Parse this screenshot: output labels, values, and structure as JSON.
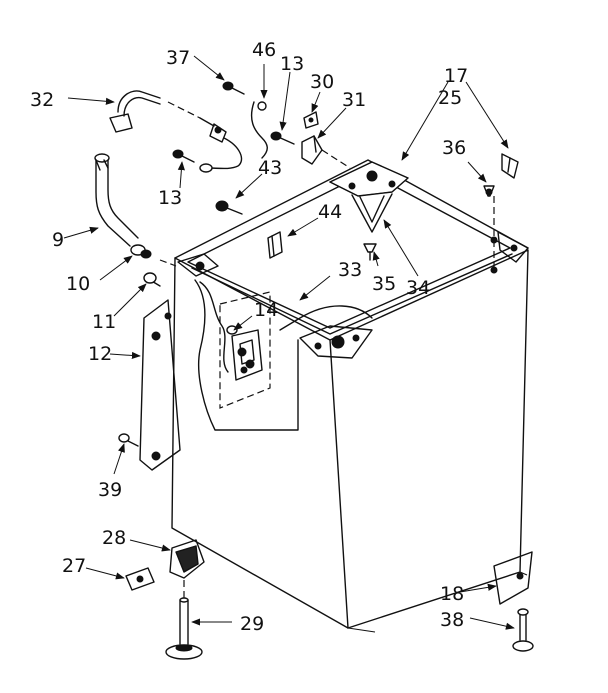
{
  "parts": [
    {
      "id": "p37",
      "number": "37"
    },
    {
      "id": "p46",
      "number": "46"
    },
    {
      "id": "p13a",
      "number": "13"
    },
    {
      "id": "p30",
      "number": "30"
    },
    {
      "id": "p31",
      "number": "31"
    },
    {
      "id": "p17",
      "number": "17"
    },
    {
      "id": "p25",
      "number": "25"
    },
    {
      "id": "p32",
      "number": "32"
    },
    {
      "id": "p36",
      "number": "36"
    },
    {
      "id": "p13b",
      "number": "13"
    },
    {
      "id": "p43",
      "number": "43"
    },
    {
      "id": "p44",
      "number": "44"
    },
    {
      "id": "p9",
      "number": "9"
    },
    {
      "id": "p33",
      "number": "33"
    },
    {
      "id": "p35",
      "number": "35"
    },
    {
      "id": "p34",
      "number": "34"
    },
    {
      "id": "p10",
      "number": "10"
    },
    {
      "id": "p14",
      "number": "14"
    },
    {
      "id": "p11",
      "number": "11"
    },
    {
      "id": "p12",
      "number": "12"
    },
    {
      "id": "p39",
      "number": "39"
    },
    {
      "id": "p28",
      "number": "28"
    },
    {
      "id": "p27",
      "number": "27"
    },
    {
      "id": "p18",
      "number": "18"
    },
    {
      "id": "p29",
      "number": "29"
    },
    {
      "id": "p38",
      "number": "38"
    }
  ]
}
